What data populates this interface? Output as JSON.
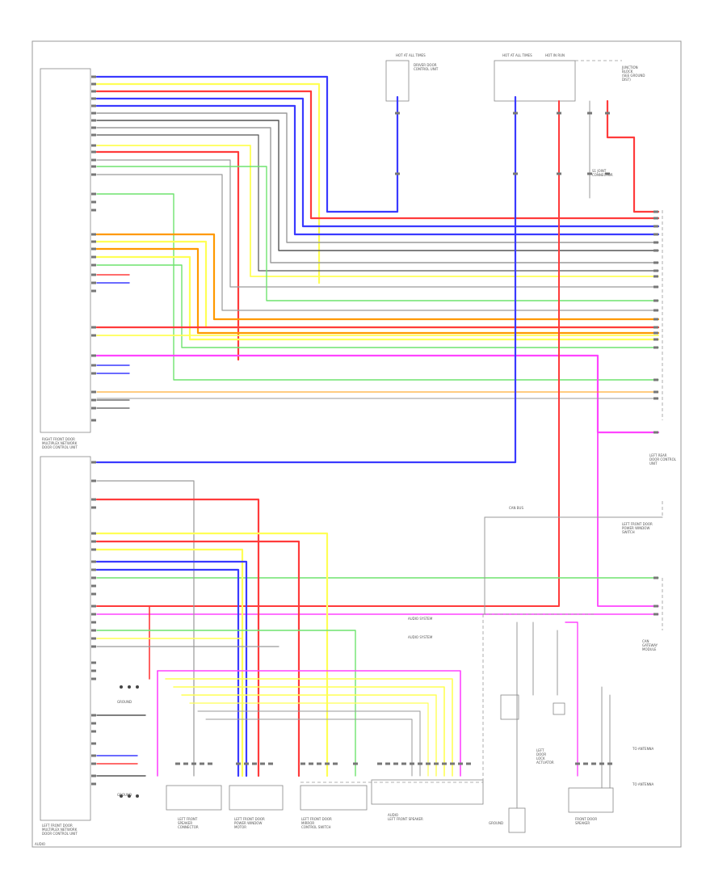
{
  "diagram": {
    "footer_tag": "AUDIO",
    "colors": {
      "red": "#ff3b3b",
      "blue": "#3a3aff",
      "yellow": "#ffff55",
      "green": "#6fe36f",
      "orange": "#ff9900",
      "pink": "#ff44ff",
      "gray": "#9a9a9a",
      "dark": "#555555"
    },
    "components": {
      "main_unit": "RIGHT FRONT DOOR\nMULTIPLEX NETWORK\nDOOR CONTROL UNIT",
      "left_master": "LEFT FRONT DOOR\nMULTIPLEX NETWORK\nDOOR CONTROL UNIT",
      "fuse_top_1": "HOT AT ALL TIMES",
      "fuse_top_1_label": "DRIVER DOOR\nCONTROL UNIT",
      "fuse_top_2": "HOT AT ALL TIMES",
      "fuse_top_3": "HOT IN RUN",
      "fuse_top_3_label": "JUNCTION\nBLOCK\n(SEE GROUND\nDIST)",
      "splice_right": "S1 JOINT\nCONNECTOR",
      "right_conn_1": "LEFT REAR\nDOOR CONTROL\nUNIT",
      "right_conn_2": "LEFT FRONT DOOR\nPOWER WINDOW\nSWITCH",
      "right_conn_3": "CAN\nGATEWAY\nMODULE",
      "bottom_1": "LEFT FRONT\nSPEAKER\nCONNECTOR",
      "bottom_2": "LEFT FRONT DOOR\nPOWER WINDOW\nMOTOR",
      "bottom_3": "LEFT FRONT DOOR\nMIRROR\nCONTROL SWITCH",
      "bottom_4": "AUDIO\nLEFT FRONT SPEAKER",
      "bottom_5": "LEFT\nDOOR\nLOCK\nACTUATOR",
      "bottom_6": "FRONT DOOR\nSPEAKER",
      "ground_1": "GROUND",
      "ground_2": "GROUND",
      "ground_3": "GROUND",
      "label_center_1": "AUDIO SYSTEM",
      "label_center_2": "AUDIO SYSTEM",
      "label_mid": "CAN BUS",
      "label_r1": "TO ANTENNA",
      "label_r2": "TO ANTENNA"
    }
  }
}
